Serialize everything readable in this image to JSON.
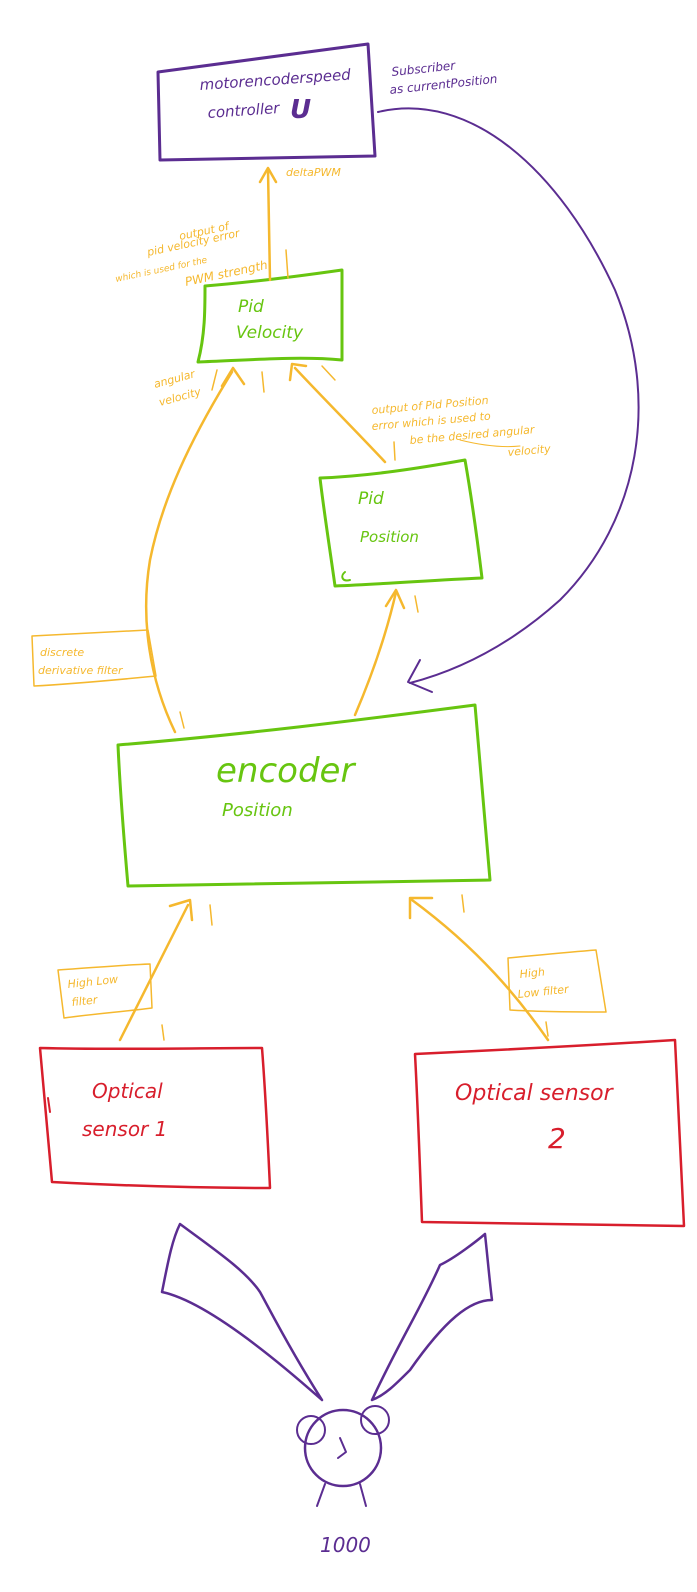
{
  "colors": {
    "purple": "#5b2d91",
    "green": "#67c510",
    "red": "#d81e2c",
    "orange": "#f5b82e",
    "background": "#ffffff"
  },
  "nodes": {
    "controller": {
      "line1": "motorencoderspeed",
      "line2": "controller",
      "symbol": "U"
    },
    "pid_velocity": {
      "line1": "Pid",
      "line2": "Velocity"
    },
    "pid_position": {
      "line1": "Pid",
      "line2": "Position"
    },
    "encoder": {
      "line1": "encoder",
      "line2": "Position"
    },
    "sensor1": {
      "line1": "Optical",
      "line2": "sensor 1"
    },
    "sensor2": {
      "line1": "Optical sensor",
      "line2": "2"
    },
    "person": {
      "caption": "1000"
    }
  },
  "labels": {
    "subscriber": {
      "line1": "Subscriber",
      "line2": "as currentPosition"
    },
    "deltapwm": "deltaPWM",
    "velocity_output": {
      "line1": "output of",
      "line2": "pid velocity error",
      "line3": "which is used for the",
      "line4": "PWM strength"
    },
    "angular_velocity": {
      "line1": "angular",
      "line2": "velocity"
    },
    "position_output": {
      "line1": "output of Pid Position",
      "line2": "error which is used to",
      "line3": "be the desired angular",
      "line4": "velocity"
    },
    "derivative_filter": {
      "line1": "discrete",
      "line2": "derivative filter"
    },
    "filter_left": {
      "line1": "High Low",
      "line2": "filter"
    },
    "filter_right": {
      "line1": "High",
      "line2": "Low filter"
    }
  }
}
